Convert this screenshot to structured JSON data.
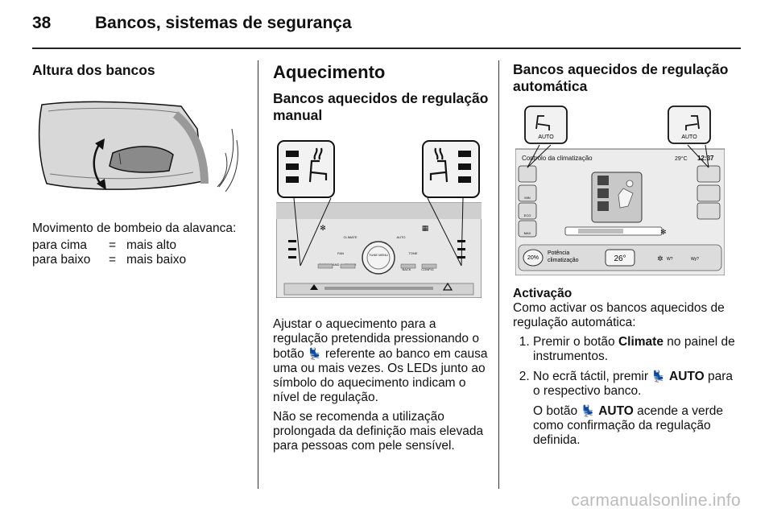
{
  "header": {
    "page_number": "38",
    "section_title": "Bancos, sistemas de segurança"
  },
  "col1": {
    "heading": "Altura dos bancos",
    "caption": "Movimento de bombeio da alavanca:",
    "rows": [
      {
        "action": "para cima",
        "eq": "=",
        "result": "mais alto"
      },
      {
        "action": "para baixo",
        "eq": "=",
        "result": "mais baixo"
      }
    ]
  },
  "col2": {
    "heading": "Aquecimento",
    "subheading": "Bancos aquecidos de regulação manual",
    "panel_labels": {
      "climate": "CLIMATE",
      "auto": "AUTO",
      "tune_menu": "TUNE MENU",
      "fan": "FAN",
      "tone": "TONE",
      "radio_band": "RADIO BAND",
      "cd_aux": "CD/AUX",
      "back": "BACK",
      "config": "CONFIG"
    },
    "para1_before": "Ajustar o aquecimento para a regulação pretendida pressionando o botão ",
    "seat_heat_icon": "💺",
    "para1_after": " referente ao banco em causa uma ou mais vezes. Os LEDs junto ao símbolo do aquecimento indicam o nível de regulação.",
    "para2": "Não se recomenda a utilização prolongada da definição mais elevada para pessoas com pele sensível."
  },
  "col3": {
    "heading": "Bancos aquecidos de regulação automática",
    "screen": {
      "title": "Controlo da climatização",
      "temp_out": "29°C",
      "time": "12:37",
      "auto_label": "AUTO",
      "power_pct": "20%",
      "power_label_1": "Potência",
      "power_label_2": "climatização",
      "set_temp": "26°",
      "side_buttons": [
        "MIN",
        "ECO",
        "MAX"
      ],
      "w_label": "W?",
      "wy_label": "Wy?"
    },
    "activation_heading": "Activação",
    "activation_intro": "Como activar os bancos aquecidos de regulação automática:",
    "step1_before": "Premir o botão ",
    "step1_bold": "Climate",
    "step1_after": " no painel de instrumentos.",
    "step2_before": "No ecrã táctil, premir ",
    "step2_bold": "AUTO",
    "step2_after": " para o respectivo banco.",
    "step2_note_before": "O botão ",
    "step2_note_bold": "AUTO",
    "step2_note_after": " acende a verde como confirmação da regulação definida."
  },
  "footer": {
    "watermark": "carmanualsonline.info"
  }
}
